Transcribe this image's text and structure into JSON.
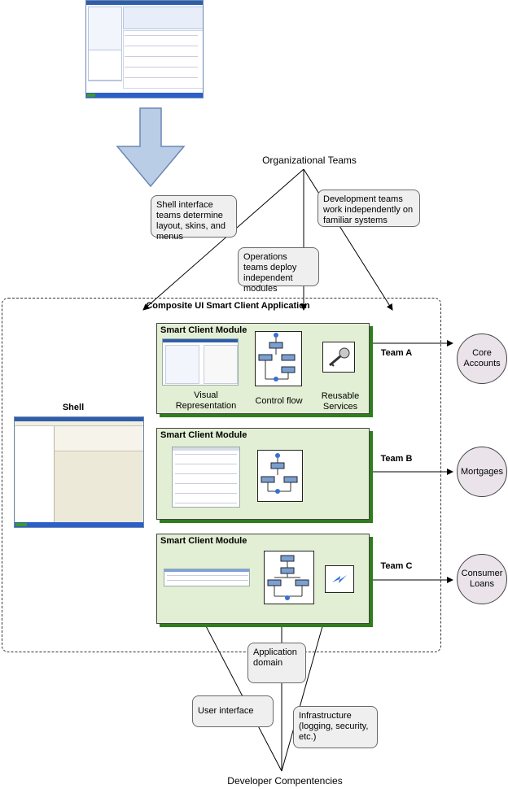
{
  "org_teams": "Organizational Teams",
  "notes": {
    "shell_teams": "Shell interface teams determine layout, skins, and menus",
    "dev_teams": "Development teams work independently on familiar systems",
    "ops_teams": "Operations teams deploy independent modules",
    "app_domain": "Application domain",
    "user_interface": "User interface",
    "infrastructure": "Infrastructure (logging, security, etc.)"
  },
  "composite_title": "Composite UI Smart Client Application",
  "shell_label": "Shell",
  "modules": [
    {
      "title": "Smart Client Module",
      "team": "Team A",
      "target": "Core Accounts",
      "captions": [
        "Visual Representation",
        "Control flow",
        "Reusable Services"
      ]
    },
    {
      "title": "Smart Client Module",
      "team": "Team B",
      "target": "Mortgages"
    },
    {
      "title": "Smart Client Module",
      "team": "Team C",
      "target": "Consumer Loans"
    }
  ],
  "developer_competencies": "Developer Compentencies",
  "colors": {
    "module_fill": "#e3efd4",
    "module_shadow": "#2f7d1e",
    "note_fill": "#efefef",
    "circle_fill": "#eae4ea",
    "arrow_fill": "#b9cde6"
  }
}
